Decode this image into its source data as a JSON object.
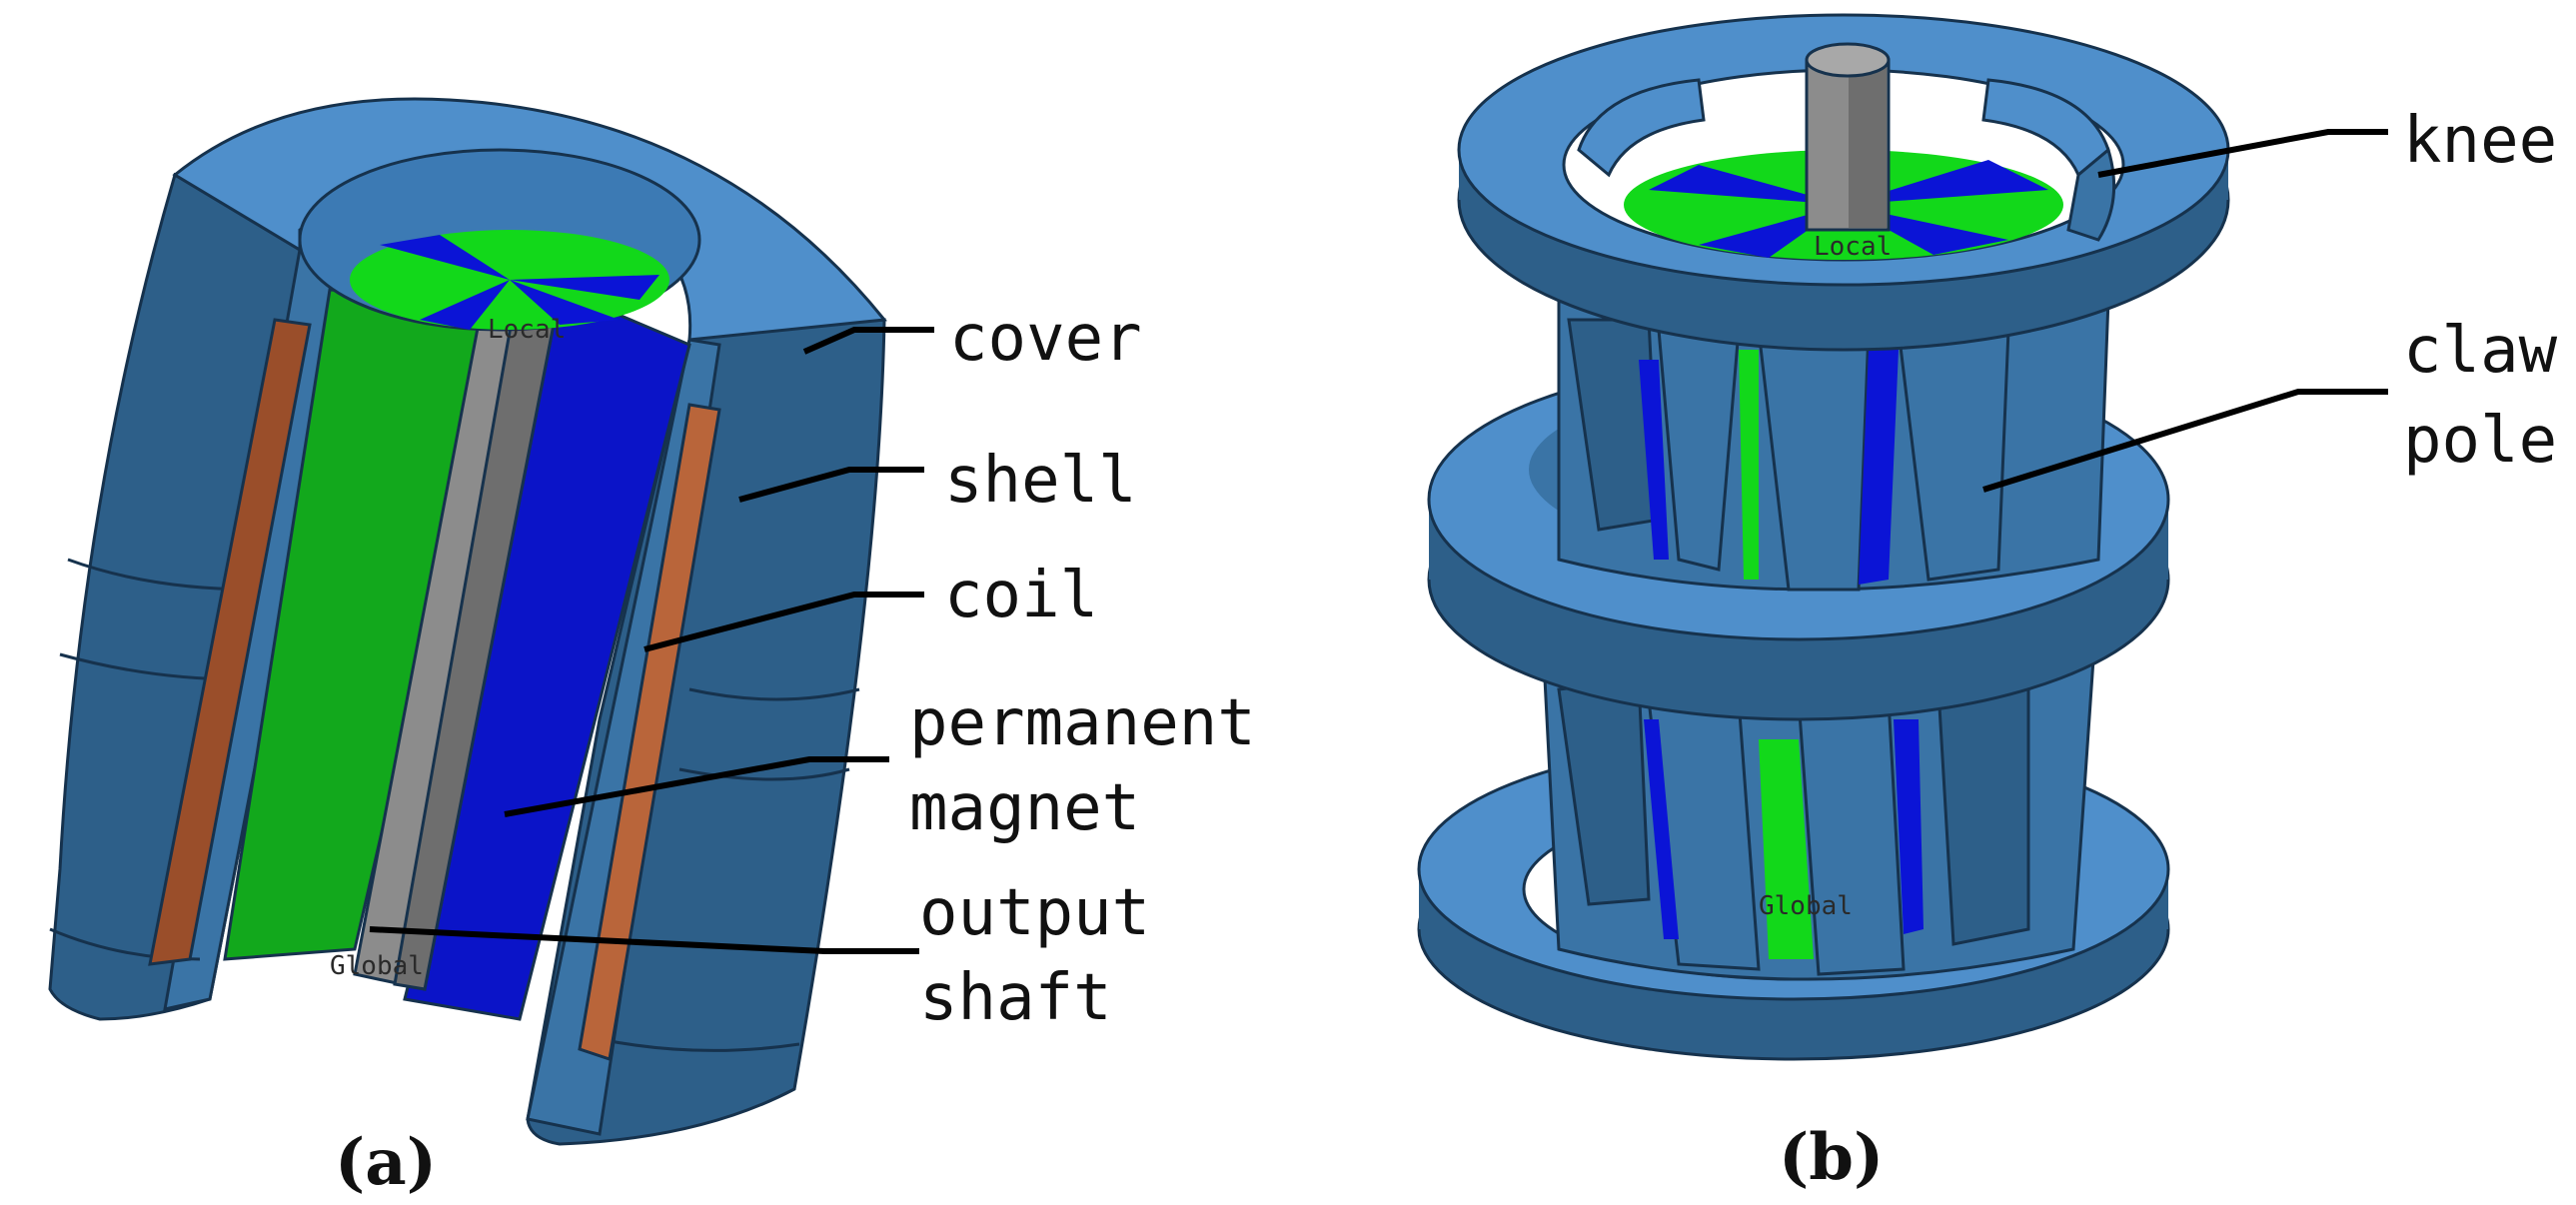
{
  "figure": {
    "panel_a": {
      "caption": "(a)",
      "labels": {
        "cover": "cover",
        "shell": "shell",
        "coil": "coil",
        "permanent_magnet_1": "permanent",
        "permanent_magnet_2": "magnet",
        "output_shaft_1": "output",
        "output_shaft_2": "shaft"
      },
      "axis_tags": {
        "local": "Local",
        "global": "Global"
      }
    },
    "panel_b": {
      "caption": "(b)",
      "labels": {
        "knee": "knee",
        "claw_pole_1": "claw",
        "claw_pole_2": "pole"
      },
      "axis_tags": {
        "local": "Local",
        "global": "Global"
      }
    }
  },
  "colors": {
    "steel_light": "#4f8fcb",
    "steel_dark": "#2d5f89",
    "coil": "#b9653a",
    "magnet_green": "#12d81a",
    "magnet_blue": "#0b14d6",
    "shaft": "#8c8c8c",
    "leader": "#000000"
  }
}
